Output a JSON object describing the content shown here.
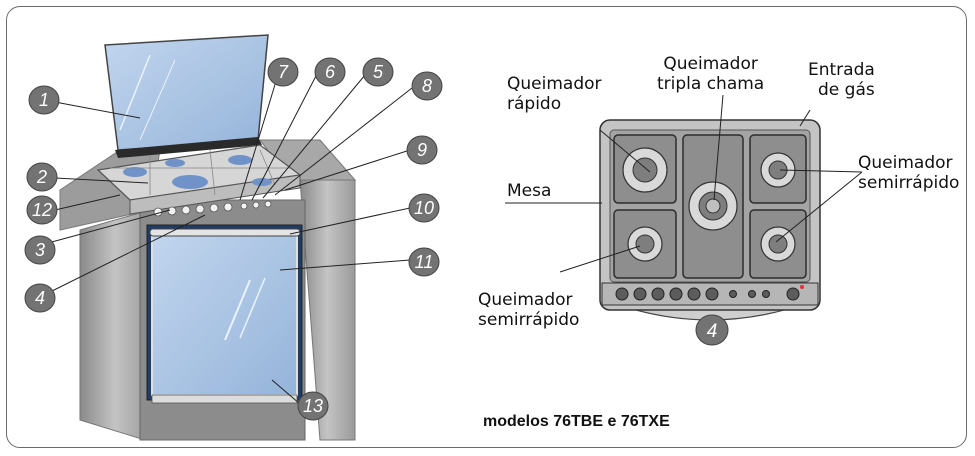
{
  "figure": {
    "model_caption": "modelos 76TBE e 76TXE",
    "callouts": [
      "1",
      "2",
      "3",
      "4",
      "5",
      "6",
      "7",
      "8",
      "9",
      "10",
      "11",
      "12",
      "13"
    ],
    "cooktop_callout": "4",
    "labels": {
      "queimador_rapido": {
        "line1": "Queimador",
        "line2": "rápido"
      },
      "queimador_tripla": {
        "line1": "Queimador",
        "line2": "tripla chama"
      },
      "entrada_gas": {
        "line1": "Entrada",
        "line2": "de gás"
      },
      "queimador_semi_right": {
        "line1": "Queimador",
        "line2": "semirrápido"
      },
      "mesa": "Mesa",
      "queimador_semi_left": {
        "line1": "Queimador",
        "line2": "semirrápido"
      }
    },
    "colors": {
      "glass": "#a9c4e3",
      "steel": "#b4b4b4",
      "callout": "#737373",
      "burner": "#6f93c9"
    }
  }
}
